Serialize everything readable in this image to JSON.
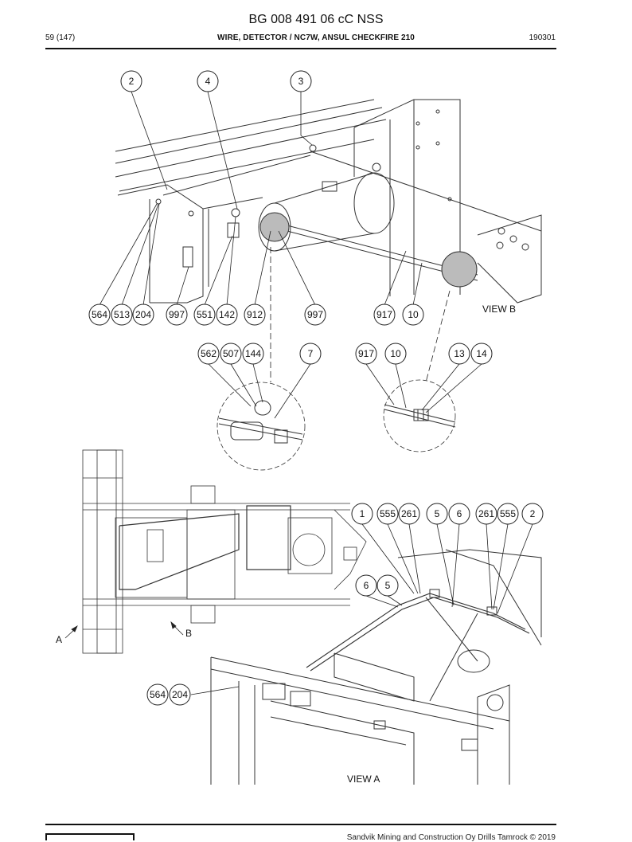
{
  "header": {
    "doc_number": "BG 008 491 06 cC NSS",
    "page_count": "59 (147)",
    "title": "WIRE, DETECTOR / NC7W, ANSUL CHECKFIRE 210",
    "date": "190301"
  },
  "callouts": {
    "upper": [
      "2",
      "4",
      "3"
    ],
    "row_b": [
      "564",
      "513",
      "204",
      "997",
      "551",
      "142",
      "912",
      "997",
      "917",
      "10"
    ],
    "detail_left": [
      "562",
      "507",
      "144",
      "7"
    ],
    "detail_right": [
      "917",
      "10",
      "13",
      "14"
    ],
    "view_a_top": [
      "1",
      "555",
      "261",
      "5",
      "6",
      "261",
      "555",
      "2"
    ],
    "view_a_mid": [
      "6",
      "5"
    ],
    "view_a_bottom": [
      "564",
      "204"
    ]
  },
  "views": {
    "view_b": "VIEW B",
    "view_a": "VIEW A",
    "arrow_a": "A",
    "arrow_b": "B"
  },
  "footer": {
    "copyright": "Sandvik Mining and Construction Oy Drills Tamrock © 2019"
  }
}
